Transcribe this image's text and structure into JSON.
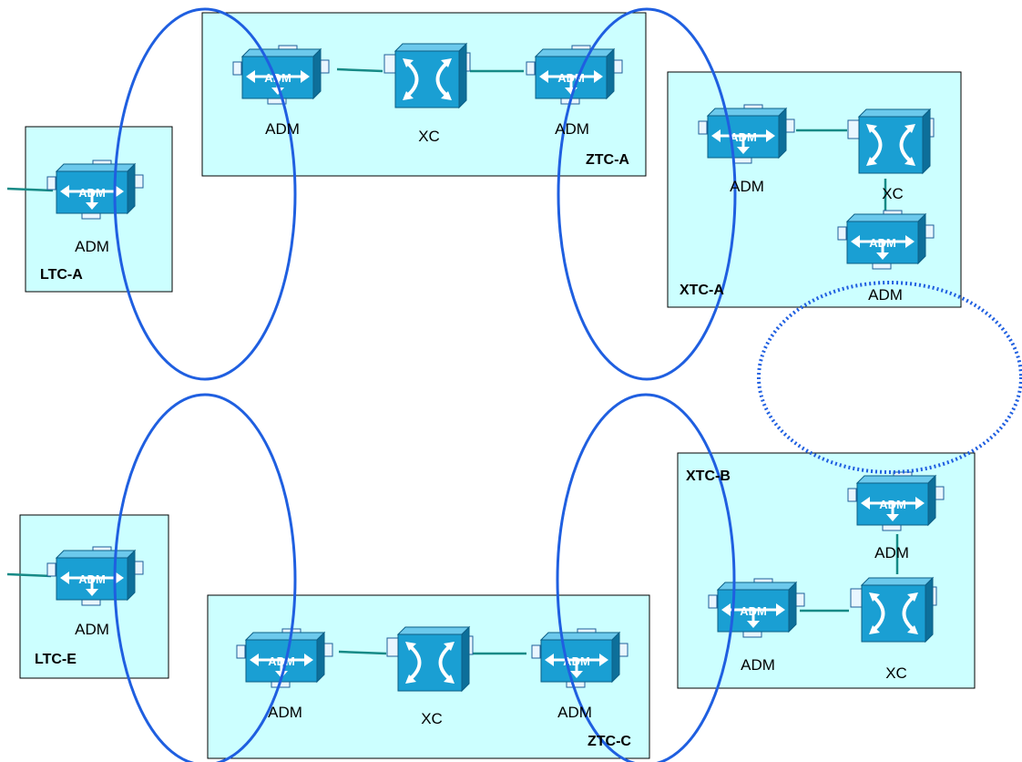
{
  "sites": {
    "ltc_a": "LTC-A",
    "ztc_a": "ZTC-A",
    "xtc_a": "XTC-A",
    "xtc_b": "XTC-B",
    "ltc_e": "LTC-E",
    "ztc_c": "ZTC-C"
  },
  "device_labels": {
    "adm": "ADM",
    "xc": "XC"
  },
  "device_badge": "ADM",
  "colors": {
    "site_fill": "#ccffff",
    "ring": "#1f5fe0",
    "link": "#168a86",
    "device_face": "#1a9fd3",
    "device_top": "#6cc9ec",
    "device_side": "#0d6f9a"
  },
  "icons": {
    "adm": "adm-device-icon",
    "xc": "cross-connect-icon"
  }
}
